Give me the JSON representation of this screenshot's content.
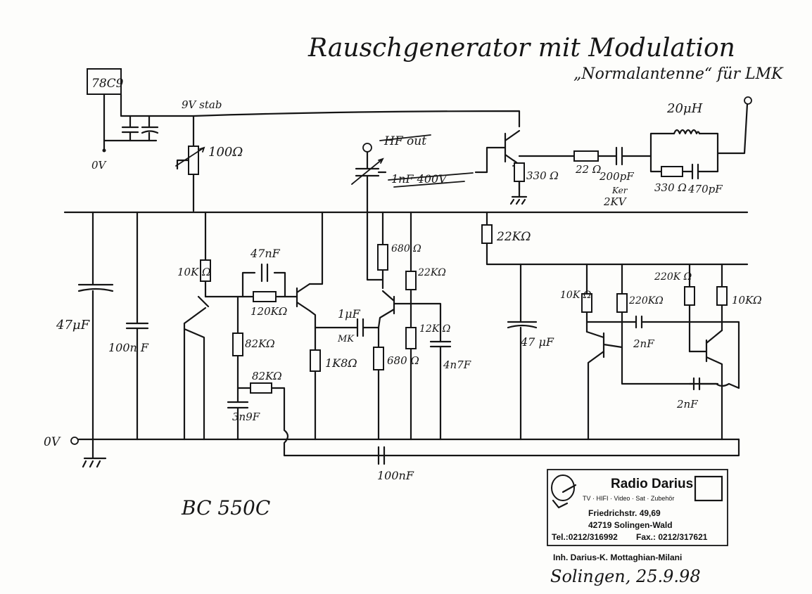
{
  "title": "Rauschgenerator mit Modulation",
  "subtitle": "„Normalantenne“ für LMK",
  "regulator": "78C9",
  "supply_label": "9V stab",
  "zero_volt": "0V",
  "transistor_type": "BC 550C",
  "components": {
    "pot": "100Ω",
    "r_emitter_out": "330 Ω",
    "r_series_out": "22 Ω",
    "c_out": "200pF",
    "c_out_note": "Ker",
    "c_out_voltage": "2KV",
    "l_out": "20μH",
    "r_trap": "330 Ω",
    "c_trap": "470pF",
    "r_top_right": "22KΩ",
    "c_supply": "47μF",
    "c_supply2": "100n F",
    "r_noise": "10K Ω",
    "c_fb": "47nF",
    "r_fb": "120KΩ",
    "r_bias": "82KΩ",
    "r_bias2": "82KΩ",
    "c_bias": "3n9F",
    "r_coll1": "1K8Ω",
    "c_couple": "1μF",
    "c_couple_note": "MK",
    "r_e2": "680 Ω",
    "r_c2": "680 Ω",
    "r_b2": "22KΩ",
    "r_b2b": "12K Ω",
    "c_b2": "4n7F",
    "c_dec": "47 μF",
    "r_mv1": "10K Ω",
    "r_mv2": "220KΩ",
    "r_mv3": "220K Ω",
    "r_mv4": "10KΩ",
    "c_mv1": "2nF",
    "c_mv2": "2nF",
    "c_bottom": "100nF",
    "c_var_struck": "HF out",
    "c_var_struck2": "1nF 400V"
  },
  "stamp": {
    "name": "Radio Darius",
    "services": "TV · HIFI · Video · Sat · Zubehör",
    "street": "Friedrichstr. 49,69",
    "city": "42719 Solingen-Wald",
    "phone": "Tel.:0212/316992",
    "fax": "Fax.: 0212/317621"
  },
  "owner": "Inh. Darius-K. Mottaghian-Milani",
  "date_line": "Solingen, 25.9.98"
}
